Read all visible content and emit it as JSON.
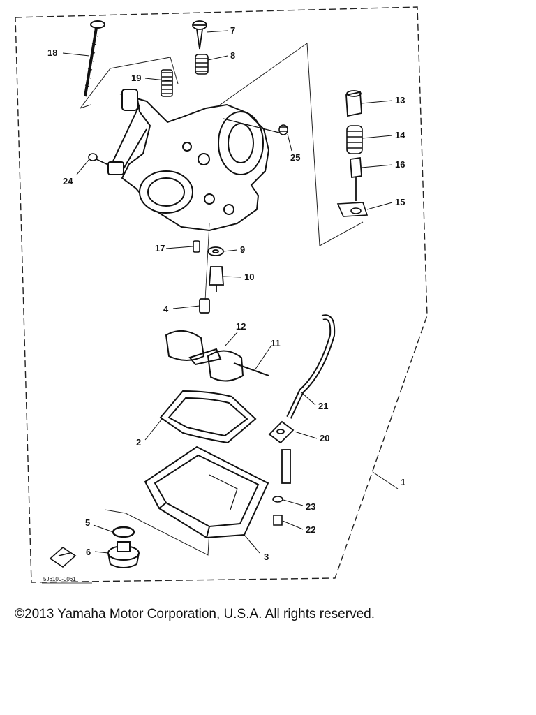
{
  "diagram": {
    "drawing_code": "5J6100-0061",
    "callouts": [
      {
        "id": "c1",
        "label": "1"
      },
      {
        "id": "c2",
        "label": "2"
      },
      {
        "id": "c3",
        "label": "3"
      },
      {
        "id": "c4",
        "label": "4"
      },
      {
        "id": "c5",
        "label": "5"
      },
      {
        "id": "c6",
        "label": "6"
      },
      {
        "id": "c7",
        "label": "7"
      },
      {
        "id": "c8",
        "label": "8"
      },
      {
        "id": "c9",
        "label": "9"
      },
      {
        "id": "c10",
        "label": "10"
      },
      {
        "id": "c11",
        "label": "11"
      },
      {
        "id": "c12",
        "label": "12"
      },
      {
        "id": "c13",
        "label": "13"
      },
      {
        "id": "c14",
        "label": "14"
      },
      {
        "id": "c15",
        "label": "15"
      },
      {
        "id": "c16",
        "label": "16"
      },
      {
        "id": "c17",
        "label": "17"
      },
      {
        "id": "c18",
        "label": "18"
      },
      {
        "id": "c19",
        "label": "19"
      },
      {
        "id": "c20",
        "label": "20"
      },
      {
        "id": "c21",
        "label": "21"
      },
      {
        "id": "c22",
        "label": "22"
      },
      {
        "id": "c23",
        "label": "23"
      },
      {
        "id": "c24",
        "label": "24"
      },
      {
        "id": "c25",
        "label": "25"
      }
    ]
  },
  "footer": {
    "copyright": "©2013 Yamaha Motor Corporation, U.S.A. All rights reserved."
  }
}
